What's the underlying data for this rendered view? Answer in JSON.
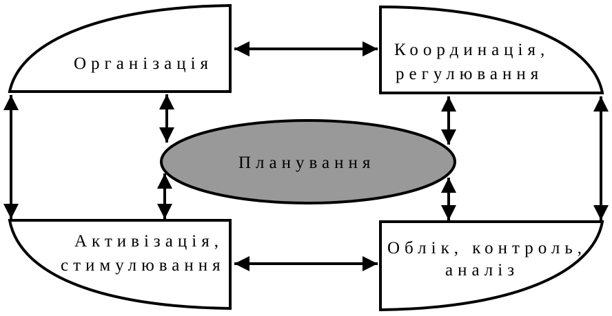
{
  "colors": {
    "line": "#000000",
    "background": "#ffffff",
    "center_fill": "#999999"
  },
  "nodes": {
    "organization": {
      "label": "Організація"
    },
    "coordination": {
      "line1": "Координація,",
      "line2": "регулювання"
    },
    "planning": {
      "label": "Планування"
    },
    "activation": {
      "line1": "Активізація,",
      "line2": "стимулювання"
    },
    "accounting": {
      "line1": "Облік, контроль,",
      "line2": "аналіз"
    }
  }
}
